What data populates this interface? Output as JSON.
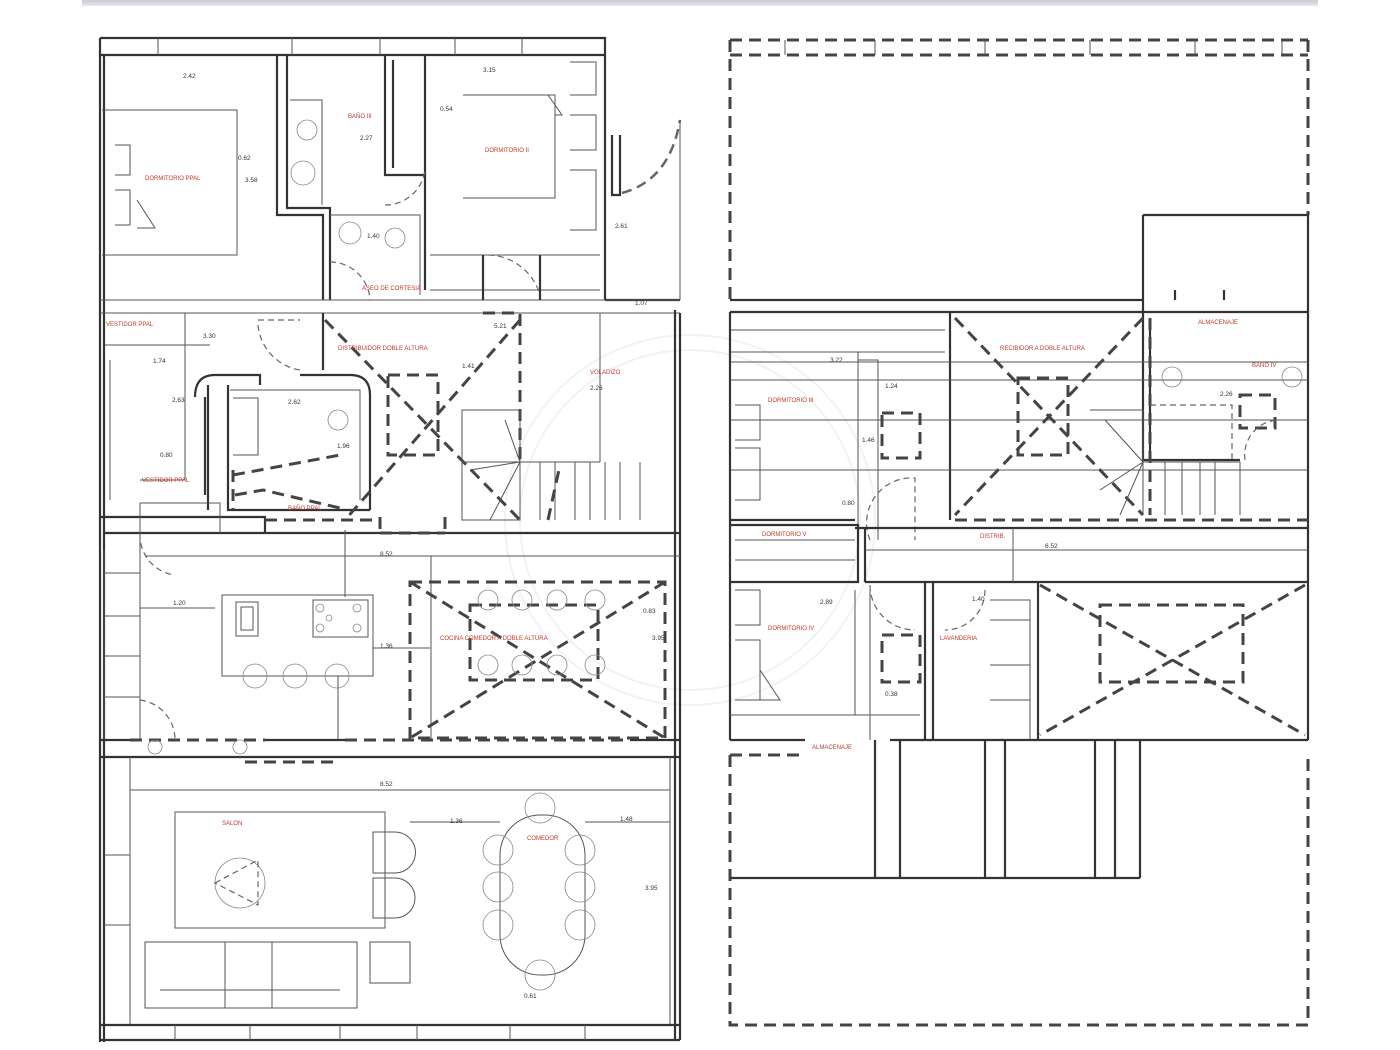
{
  "title": "Floor plans - ground floor and upper floor",
  "colors": {
    "walls": "#333333",
    "labels": "#c0392b",
    "dashed": "#444444"
  },
  "ground_floor": {
    "rooms": {
      "master_bedroom": "DORMITORIO PPAL",
      "bath_3": "BAÑO III",
      "bedroom_2": "DORMITORIO II",
      "guest_toilet": "ASEO DE CORTESIA",
      "dressing_1": "VESTIDOR PPAL",
      "distributor": "DISTRIBUIDOR DOBLE ALTURA",
      "dressing_2": "VESTIDOR PPAL",
      "master_bath": "BAÑO PPAL",
      "overhang": "VOLADIZO",
      "kitchen": "COCINA COMEDOR A DOBLE ALTURA",
      "living": "SALON",
      "dining": "COMEDOR"
    },
    "dimensions": [
      "2.42",
      "3.15",
      "0.62",
      "3.58",
      "0.54",
      "2.27",
      "1.40",
      "2.61",
      "1.07",
      "3.30",
      "1.74",
      "2.63",
      "0.80",
      "5.21",
      "1.41",
      "2.62",
      "1.96",
      "2.26",
      "8.52",
      "1.20",
      "1.36",
      "0.83",
      "3.95",
      "8.52",
      "1.36",
      "1.48",
      "3.95",
      "0.61"
    ]
  },
  "upper_floor": {
    "rooms": {
      "storage_1": "ALMACENAJE",
      "bath_4": "BAÑO IV",
      "hall": "RECIBIDOR A DOBLE ALTURA",
      "bedroom_3": "DORMITORIO III",
      "bedroom_5": "DORMITORIO V",
      "distrib": "DISTRIB.",
      "bedroom_4": "DORMITORIO IV",
      "laundry": "LAVANDERIA",
      "storage_2": "ALMACENAJE"
    },
    "dimensions": [
      "3.22",
      "1.24",
      "1.46",
      "6.52",
      "2.89",
      "0.38",
      "1.40",
      "2.26",
      "0.80"
    ]
  }
}
